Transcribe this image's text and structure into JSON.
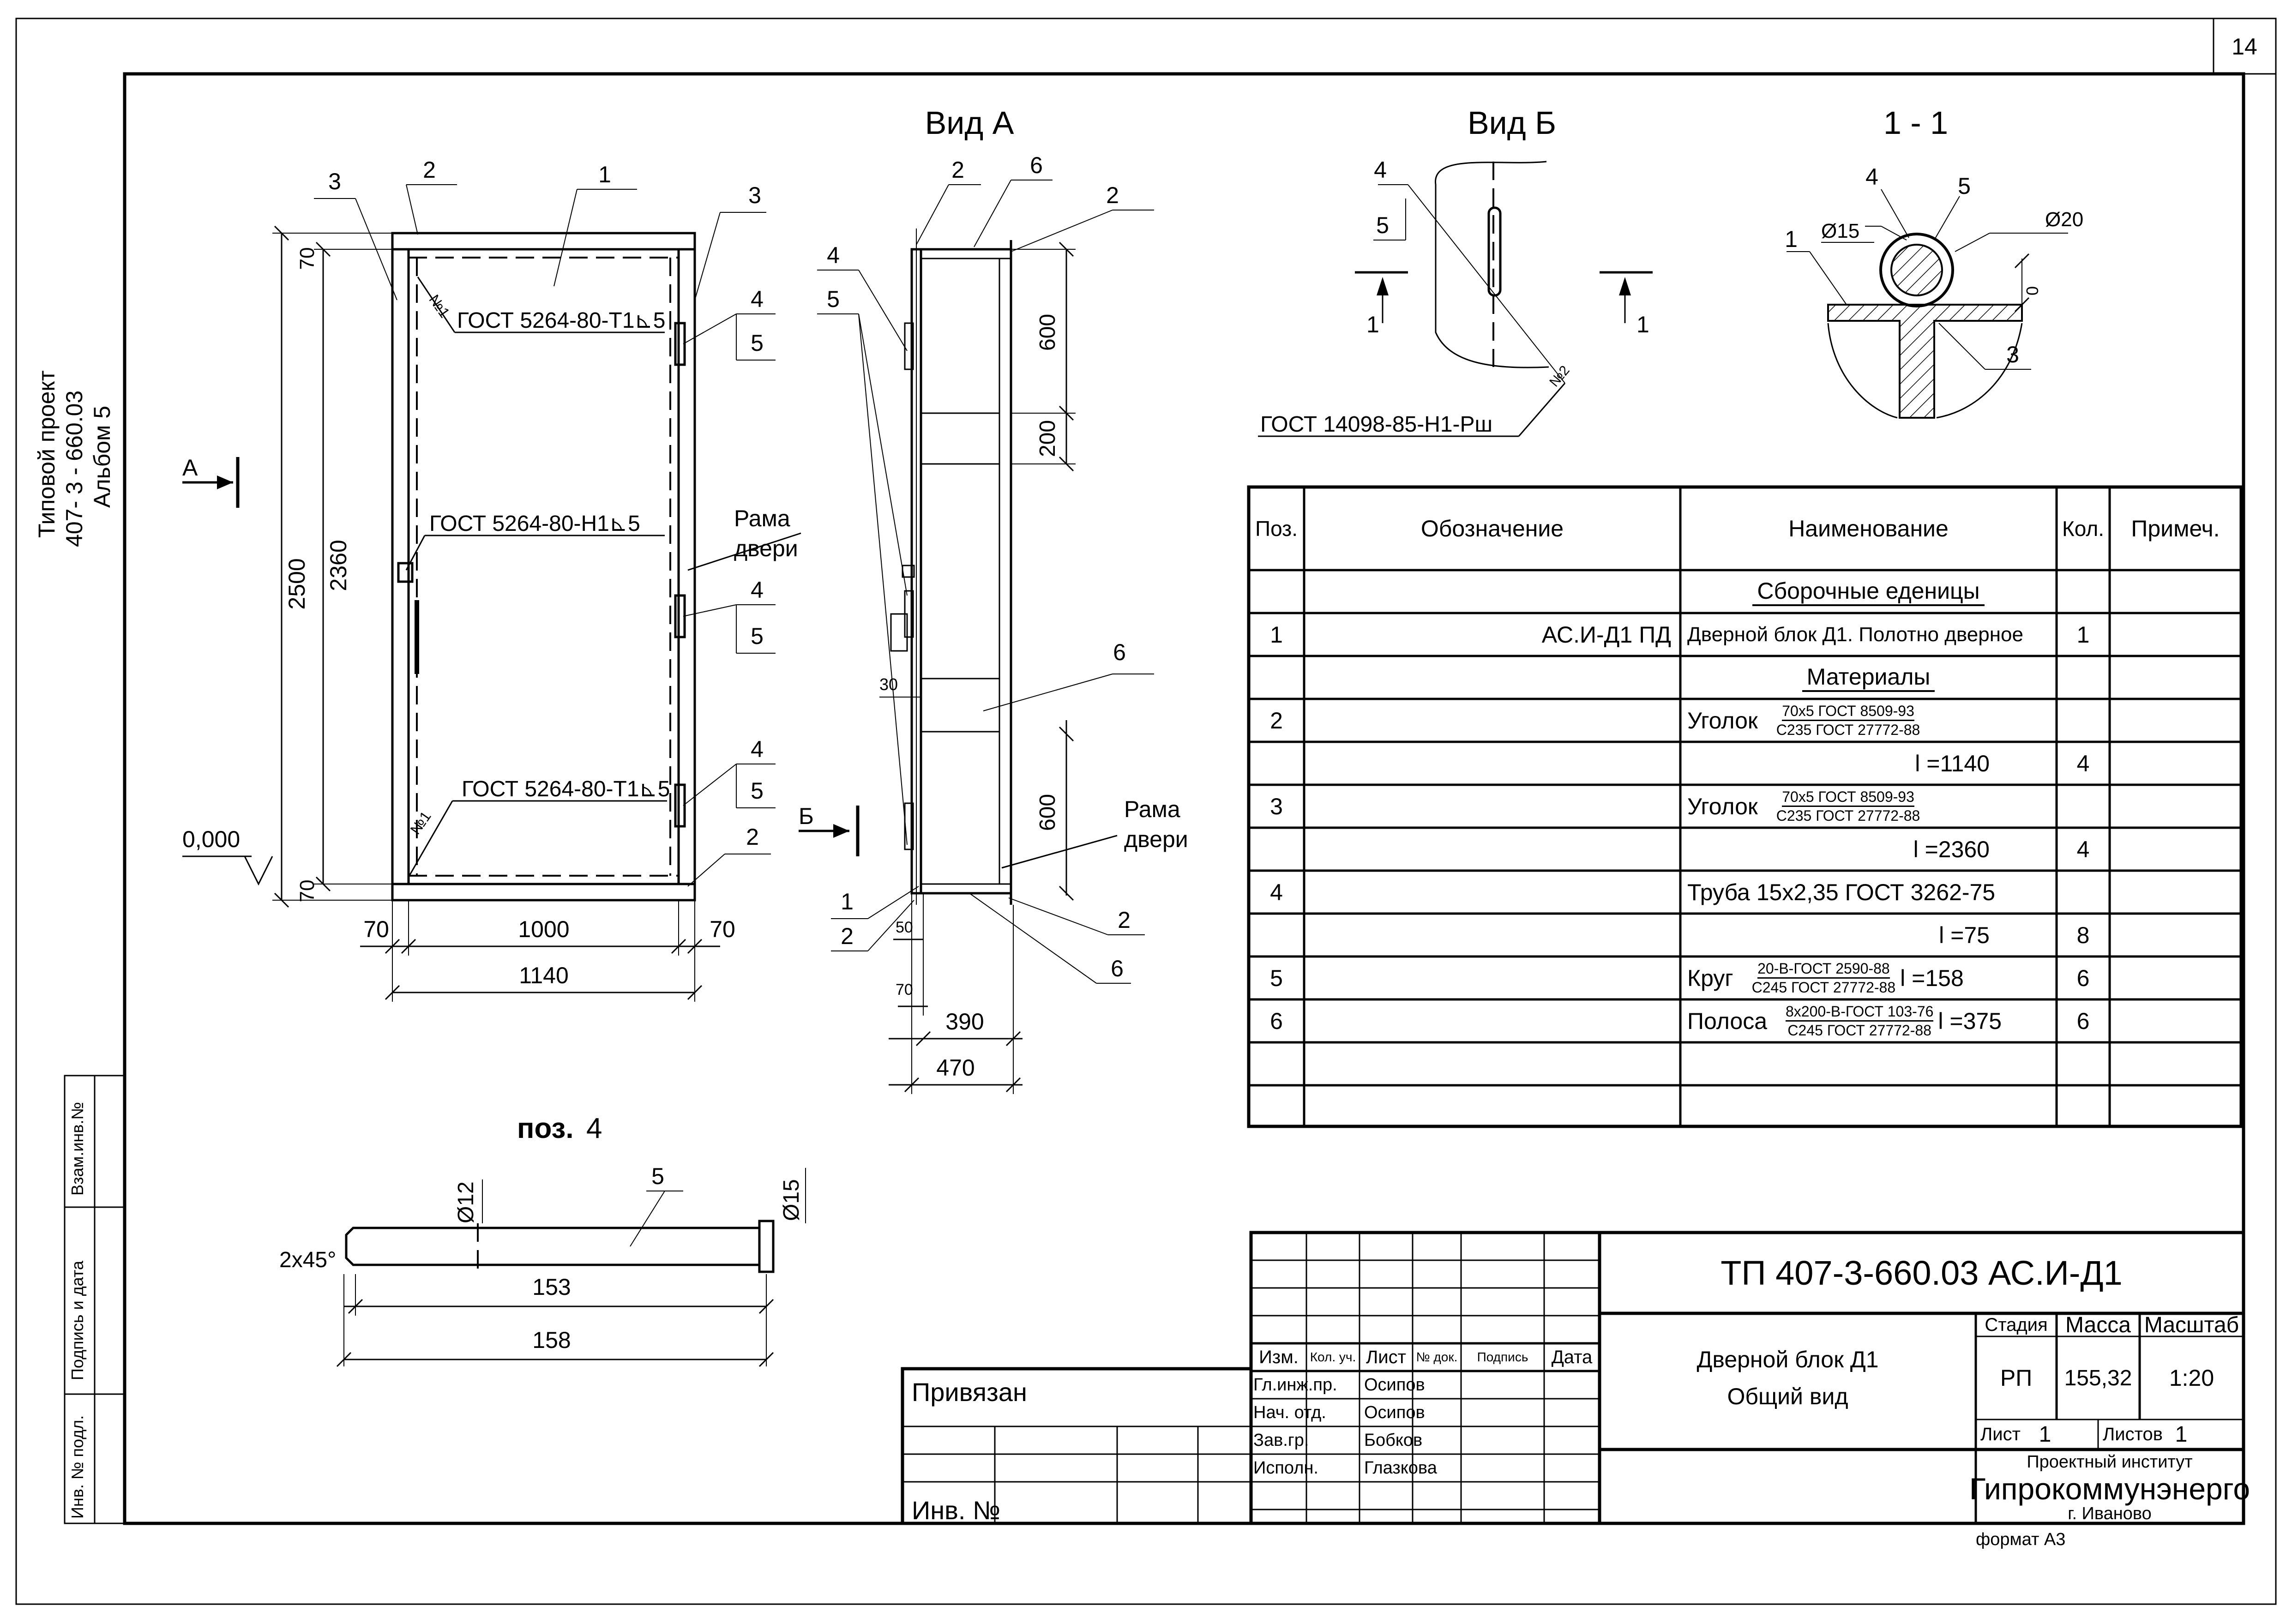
{
  "sheet": {
    "page_number": "14",
    "format": "формат А3"
  },
  "side_stamp": {
    "line1": "Типовой проект",
    "line2": "407- 3 - 660.03",
    "line3": "Альбом 5"
  },
  "margin_labels": {
    "vzam": "Взам.инв.№",
    "podpis": "Подпись и дата",
    "inv": "Инв. № подл."
  },
  "views": {
    "vid_a": "Вид А",
    "vid_b": "Вид Б",
    "sec_11": "1 - 1",
    "poz4_word": "поз.",
    "poz4_num": "4"
  },
  "front_view": {
    "gost_top": "ГОСТ 5264-80-Т1⊾5",
    "gost_mid": "ГОСТ 5264-80-Н1⊾5",
    "gost_bot": "ГОСТ 5264-80-Т1⊾5",
    "frame_l1": "Рама",
    "frame_l2": "двери",
    "dims": {
      "d2500": "2500",
      "d2360": "2360",
      "d70t": "70",
      "d70b": "70",
      "d70l": "70",
      "d1000": "1000",
      "d70r": "70",
      "d1140": "1140"
    },
    "level": "0,000",
    "arrow_a": "А",
    "weld_n1": "№1",
    "weld_n1b": "№1",
    "pos": {
      "p3a": "3",
      "p2a": "2",
      "p1": "1",
      "p3b": "3",
      "p4a": "4",
      "p5a": "5",
      "p4b": "4",
      "p5b": "5",
      "p4c": "4",
      "p5c": "5",
      "p2b": "2"
    }
  },
  "side_view": {
    "frame_l1": "Рама",
    "frame_l2": "двери",
    "arrow_b": "Б",
    "dims": {
      "d600a": "600",
      "d200": "200",
      "d30": "30",
      "d600b": "600",
      "d50": "50",
      "d70": "70",
      "d390": "390",
      "d470": "470"
    },
    "pos": {
      "p2a": "2",
      "p6a": "6",
      "p2b": "2",
      "p4": "4",
      "p5": "5",
      "p6b": "6",
      "p1": "1",
      "p2c": "2",
      "p2d": "2",
      "p6c": "6"
    }
  },
  "view_b": {
    "p4": "4",
    "p5": "5",
    "sec1": "1",
    "sec1b": "1",
    "weld_n2": "№2",
    "gost": "ГОСТ 14098-85-Н1-Рш"
  },
  "section": {
    "p4": "4",
    "p5": "5",
    "p1": "1",
    "p3": "3",
    "d15": "Ø15",
    "d20": "Ø20",
    "d0": "0"
  },
  "poz4": {
    "p5": "5",
    "d12": "Ø12",
    "d15": "Ø15",
    "chamfer": "2x45°",
    "d153": "153",
    "d158": "158"
  },
  "spec": {
    "headers": [
      "Поз.",
      "Обозначение",
      "Наименование",
      "Кол.",
      "Примеч."
    ],
    "rows": [
      {
        "pos": "",
        "des": "",
        "name": "Сборочные еденицы",
        "qty": "",
        "underline": true
      },
      {
        "pos": "1",
        "des": "АС.И-Д1 ПД",
        "name": "Дверной  блок Д1. Полотно дверное",
        "qty": "1"
      },
      {
        "pos": "",
        "des": "",
        "name": "Материалы",
        "qty": "",
        "underline": true
      },
      {
        "pos": "2",
        "des": "",
        "name": "Уголок",
        "frac_top": "70х5 ГОСТ 8509-93",
        "frac_bot": "С235 ГОСТ 27772-88",
        "qty": ""
      },
      {
        "pos": "",
        "des": "",
        "name": "l =1140",
        "qty": "4",
        "right": true
      },
      {
        "pos": "3",
        "des": "",
        "name": "Уголок",
        "frac_top": "70х5 ГОСТ 8509-93",
        "frac_bot": "С235 ГОСТ 27772-88",
        "qty": ""
      },
      {
        "pos": "",
        "des": "",
        "name": "l =2360",
        "qty": "4",
        "right": true
      },
      {
        "pos": "4",
        "des": "",
        "name": "Труба 15х2,35 ГОСТ 3262-75",
        "qty": ""
      },
      {
        "pos": "",
        "des": "",
        "name": "l =75",
        "qty": "8",
        "right": true
      },
      {
        "pos": "5",
        "des": "",
        "name": "Круг",
        "frac_top": "20-В-ГОСТ 2590-88",
        "frac_bot": "С245 ГОСТ 27772-88",
        "tail": "l =158",
        "qty": "6"
      },
      {
        "pos": "6",
        "des": "",
        "name": "Полоса",
        "frac_top": "8х200-В-ГОСТ 103-76",
        "frac_bot": "С245 ГОСТ 27772-88",
        "tail": "l =375",
        "qty": "6"
      },
      {
        "pos": "",
        "des": "",
        "name": "",
        "qty": ""
      },
      {
        "pos": "",
        "des": "",
        "name": "",
        "qty": ""
      }
    ]
  },
  "title_block": {
    "code": "ТП   407-3-660.03   АС.И-Д1",
    "name_l1": "Дверной блок Д1",
    "name_l2": "Общий вид",
    "stage_h": "Стадия",
    "mass_h": "Масса",
    "scale_h": "Масштаб",
    "stage": "РП",
    "mass": "155,32",
    "scale": "1:20",
    "sheet_l": "Лист",
    "sheet_v": "1",
    "sheets_l": "Листов",
    "sheets_v": "1",
    "inst_l1": "Проектный институт",
    "inst_l2": "Гипрокоммунэнерго",
    "inst_l3": "г. Иваново",
    "col_h": [
      "Изм.",
      "Кол. уч.",
      "Лист",
      "№ док.",
      "Подпись",
      "Дата"
    ],
    "roles": [
      "Гл.инж.пр.",
      "Нач. отд.",
      "Зав.гр.",
      "Исполн."
    ],
    "names": [
      "Осипов",
      "Осипов",
      "Бобков",
      "Глазкова"
    ],
    "privyazan": "Привязан",
    "inv_no": "Инв. №"
  }
}
